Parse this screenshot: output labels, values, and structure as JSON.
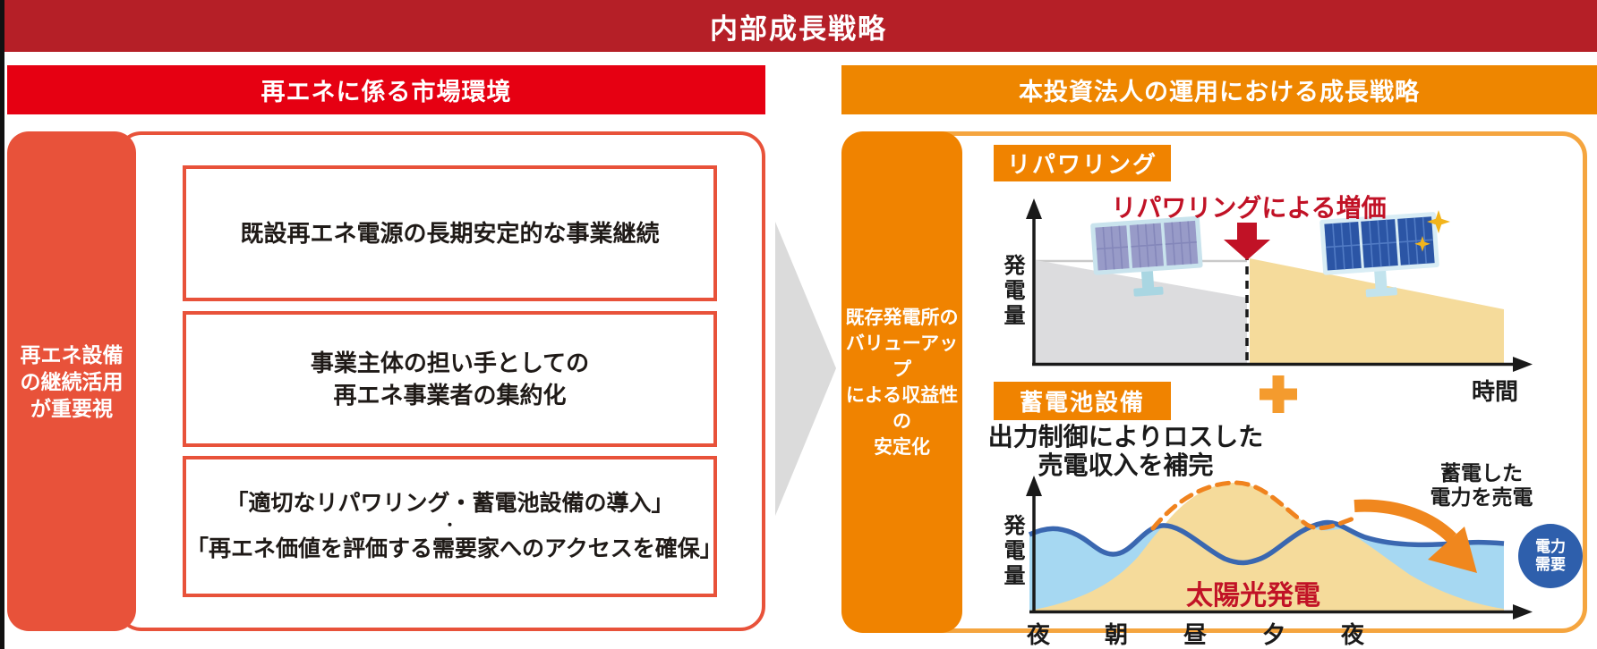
{
  "banner": {
    "title": "内部成長戦略"
  },
  "left": {
    "header": "再エネに係る市場環境",
    "sidebar_lines": [
      "再エネ設備",
      "の継続活用",
      "が重要視"
    ],
    "boxes": [
      {
        "lines": [
          "既設再エネ電源の長期安定的な事業継続"
        ]
      },
      {
        "lines": [
          "事業主体の担い手としての",
          "再エネ事業者の集約化"
        ]
      },
      {
        "lines": [
          "「適切なリパワリング・蓄電池設備の導入」",
          "・",
          "「再エネ価値を評価する需要家へのアクセスを確保」"
        ]
      }
    ]
  },
  "right": {
    "header": "本投資法人の運用における成長戦略",
    "sidebar_lines": [
      "既存発電所の",
      "バリューアップ",
      "による収益性の",
      "安定化"
    ],
    "repowering": {
      "label": "リパワリング",
      "gain_note": "リパワリングによる増価",
      "y_axis": "発電量",
      "x_axis": "時間"
    },
    "battery": {
      "label": "蓄電池設備",
      "heading_lines": [
        "出力制御によりロスした",
        "売電収入を補完"
      ],
      "y_axis": "発電量",
      "x_labels": [
        "夜",
        "朝",
        "昼",
        "夕",
        "夜"
      ],
      "solar_label": "太陽光発電",
      "sell_note_lines": [
        "蓄電した",
        "電力を売電"
      ],
      "demand_badge_lines": [
        "電力",
        "需要"
      ]
    }
  },
  "colors": {
    "banner_red": "#b51f27",
    "bright_red": "#e60012",
    "orange_red": "#e8523a",
    "orange": "#f08300",
    "panel_border_orange": "#f5a53f",
    "dark_red_text": "#c11226",
    "gray_area": "#dcdcde",
    "tan_area": "#f5db9b",
    "light_blue_area": "#a6d8f2",
    "blue_line": "#3a67b0",
    "demand_badge_blue": "#2e5fac"
  },
  "chart_data": [
    {
      "type": "area",
      "title": "リパワリング",
      "xlabel": "時間",
      "ylabel": "発電量",
      "description": "出力が経年で低下した既設発電所（グレー領域）がリパワリングにより増価し、破線以降は高い発電量（黄色領域）で再び緩やかに低下する概念図",
      "series": [
        {
          "name": "既設設備の発電量",
          "trend": "高→緩やかに低下（リパワリング時点まで）"
        },
        {
          "name": "リパワリング後の発電量",
          "trend": "増価して回復→緩やかに低下"
        }
      ],
      "annotations": [
        "リパワリングによる増価"
      ]
    },
    {
      "type": "area",
      "title": "蓄電池設備",
      "xlabel_ticks": [
        "夜",
        "朝",
        "昼",
        "夕",
        "夜"
      ],
      "ylabel": "発電量",
      "description": "太陽光発電（黄色の山、昼にピーク・破線は出力制御前のポテンシャル）と電力需要（青線・水色領域）。昼に蓄電した電力を夕～夜に売電して売電収入を補完する概念図",
      "series": [
        {
          "name": "電力需要",
          "trend": "波状でほぼ一定"
        },
        {
          "name": "太陽光発電（実出力）",
          "trend": "昼ピークの山形"
        },
        {
          "name": "太陽光発電（出力制御前・破線）",
          "trend": "昼に需要を超える山形"
        }
      ],
      "annotations": [
        "出力制御によりロスした売電収入を補完",
        "蓄電した電力を売電",
        "太陽光発電",
        "電力需要"
      ]
    }
  ]
}
